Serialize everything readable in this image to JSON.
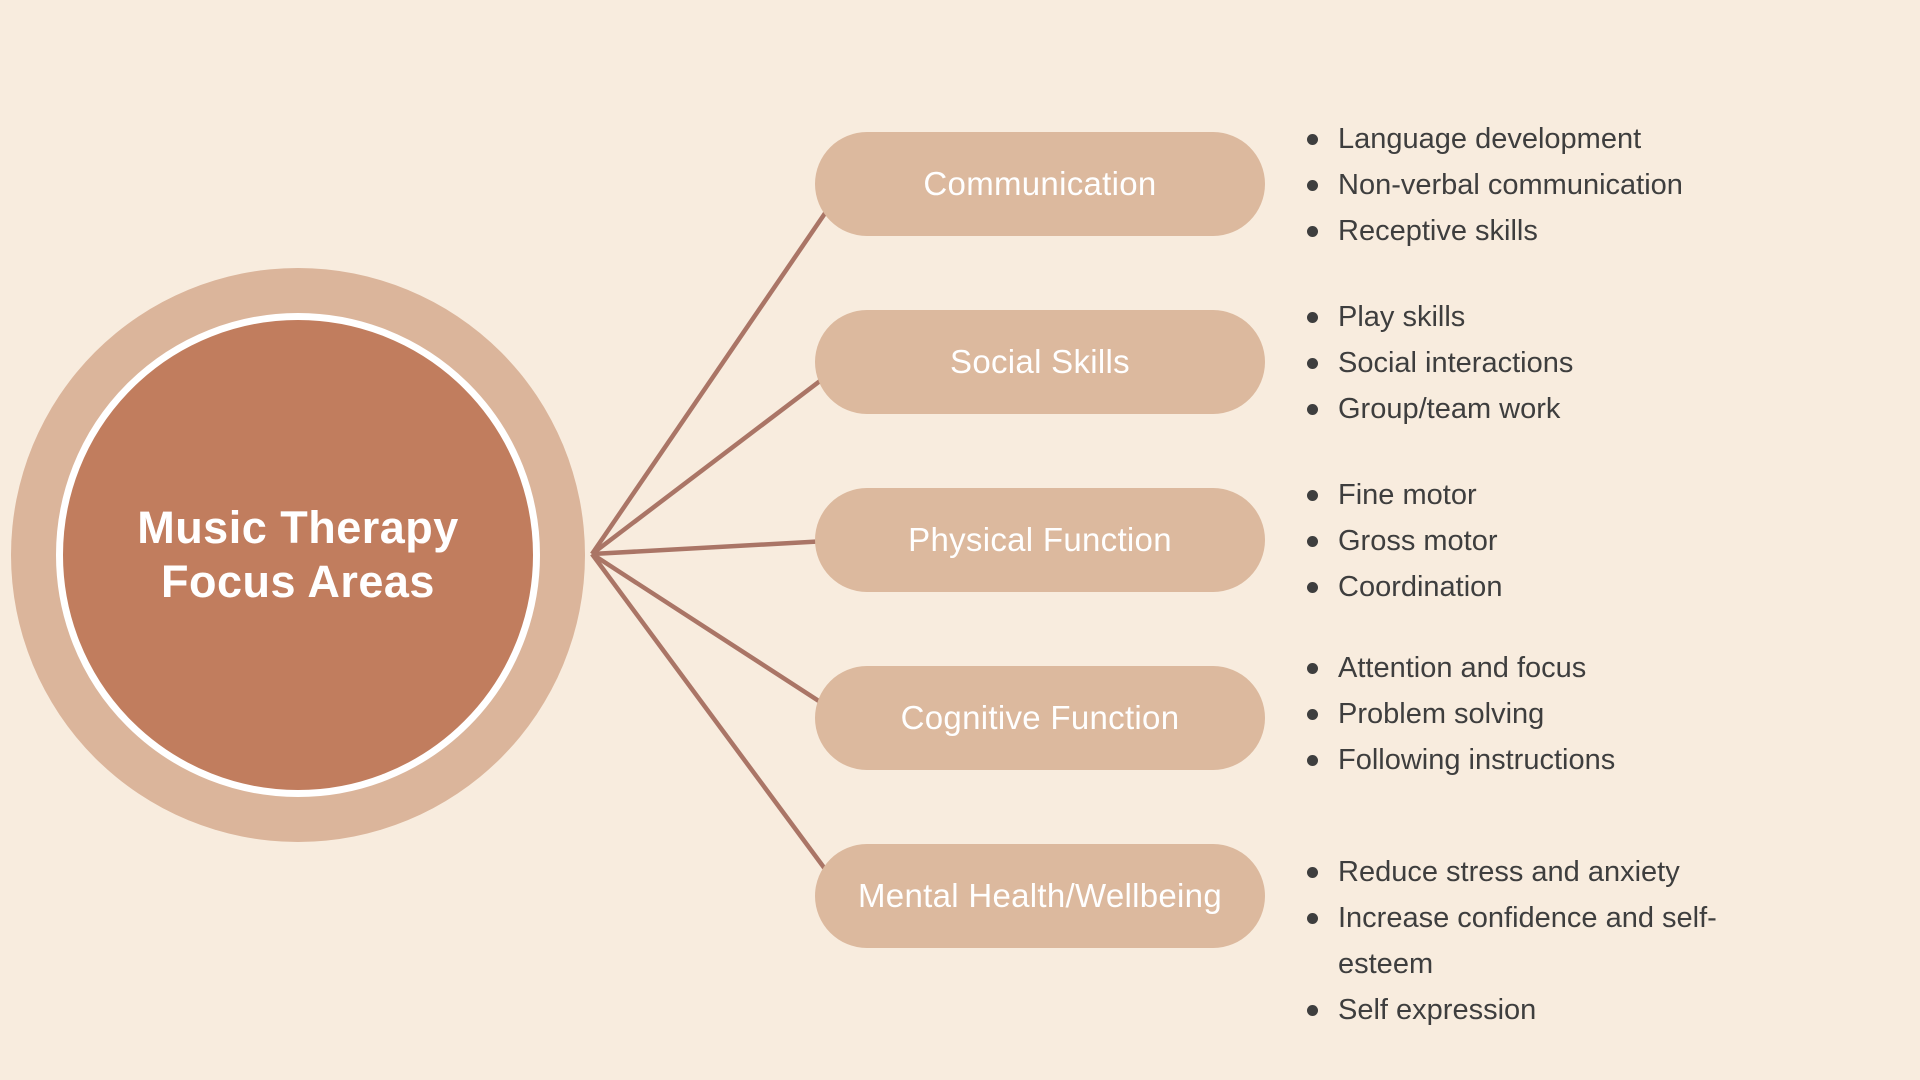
{
  "title": "Music Therapy Focus Areas",
  "center": {
    "line1": "Music Therapy",
    "line2": "Focus Areas"
  },
  "branches": [
    {
      "label": "Communication",
      "items": [
        "Language development",
        "Non-verbal communication",
        "Receptive skills"
      ]
    },
    {
      "label": "Social Skills",
      "items": [
        "Play skills",
        "Social interactions",
        "Group/team work"
      ]
    },
    {
      "label": "Physical Function",
      "items": [
        "Fine motor",
        "Gross motor",
        "Coordination"
      ]
    },
    {
      "label": "Cognitive Function",
      "items": [
        "Attention and focus",
        "Problem solving",
        "Following instructions"
      ]
    },
    {
      "label": "Mental Health/Wellbeing",
      "items": [
        "Reduce stress and anxiety",
        "Increase confidence and self-esteem",
        "Self expression"
      ]
    }
  ],
  "colors": {
    "background": "#F8ECDE",
    "center_fill": "#C17D5E",
    "center_ring": "#DBB59B",
    "center_ring_inner_stroke": "#FFFFFF",
    "node_fill": "#DCB99E",
    "node_text": "#FFFFFF",
    "connector": "#AA7566",
    "bullet_text": "#3E3E3E"
  }
}
